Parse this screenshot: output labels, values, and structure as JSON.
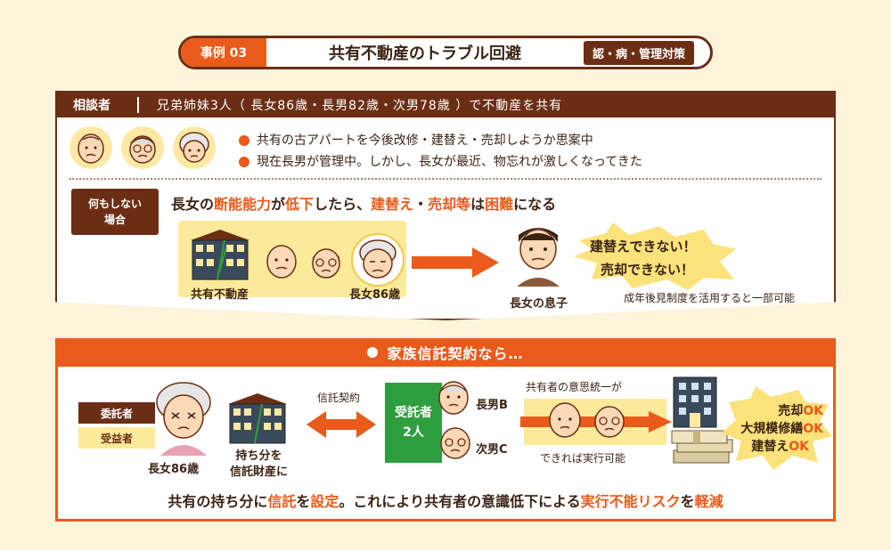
{
  "header": {
    "case_label": "事例 03",
    "title": "共有不動産のトラブル回避",
    "tag": "認・病・管理対策"
  },
  "consult": {
    "label": "相談者",
    "text": "兄弟姉妹3人（ 長女86歳・長男82歳・次男78歳 ）で不動産を共有",
    "bullets": [
      "共有の古アパートを今後改修・建替え・売却しようか思案中",
      "現在長男が管理中。しかし、長女が最近、物忘れが激しくなってきた"
    ]
  },
  "nothing_case": {
    "tag_line1": "何もしない",
    "tag_line2": "場合",
    "headline": {
      "p1": "長女の",
      "p2": "断能能力",
      "p3": "が",
      "p4": "低下",
      "p5": "したら、",
      "p6": "建替え",
      "p7": "・",
      "p8": "売却等",
      "p9": "は",
      "p10": "困難",
      "p11": "になる"
    },
    "property_label": "共有不動産",
    "sister_label": "長女86歳",
    "son_label": "長女の息子",
    "cannot_1": "建替えできない！",
    "cannot_2": "売却できない！",
    "note": "成年後見制度を活用すると一部可能"
  },
  "trust_case": {
    "header": "家族信託契約なら…",
    "role_settlor": "委託者",
    "role_beneficiary": "受益者",
    "sister_label": "長女86歳",
    "property_label_1": "持ち分を",
    "property_label_2": "信託財産に",
    "contract_label": "信託契約",
    "trustee_line1": "受託者",
    "trustee_line2": "2人",
    "brother_b": "長男B",
    "brother_c": "次男C",
    "unity_label": "共有者の意思統一が",
    "possible_label": "できれば実行可能",
    "ok_items": [
      {
        "text": "売却",
        "ok": "OK"
      },
      {
        "text": "大規模修繕",
        "ok": "OK"
      },
      {
        "text": "建替え",
        "ok": "OK"
      }
    ],
    "bottom": {
      "p1": "共有の持ち分に",
      "p2": "信託",
      "p3": "を",
      "p4": "設定",
      "p5": "。これにより共有者の意識低下による",
      "p6": "実行不能リスク",
      "p7": "を",
      "p8": "軽減"
    }
  },
  "colors": {
    "accent": "#ea5a1a",
    "brown": "#6b2e14",
    "yellow": "#fbea9a",
    "green": "#2e9e3e",
    "background": "#fdf4dc"
  }
}
